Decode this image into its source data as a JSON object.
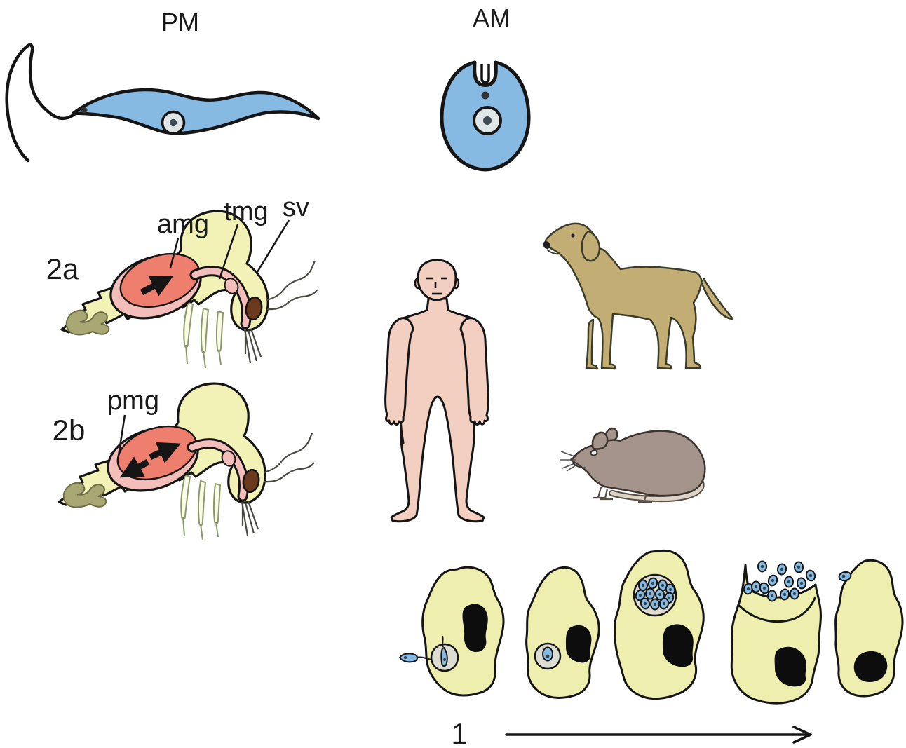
{
  "figure": {
    "stage_labels": {
      "pm": "PM",
      "am": "AM"
    },
    "panel_labels": {
      "fly_a": "2a",
      "fly_b": "2b",
      "cycle_step": "1"
    },
    "anatomy_labels": {
      "amg": "amg",
      "tmg": "tmg",
      "sv": "sv",
      "pmg": "pmg"
    }
  },
  "colors": {
    "parasite_blue": "#87bae2",
    "parasite_dot": "#33454e",
    "nucleus_fill": "#dfe7e6",
    "nucleus_dot": "#3d4d55",
    "fly_yellow": "#f2f2b6",
    "midgut_red": "#ee7e6e",
    "gut_pink": "#f3bdb9",
    "eye_brown": "#6b3a1c",
    "hindgut_olive": "#a9a874",
    "human_skin": "#f2cfc0",
    "dog_tan": "#c2ad74",
    "rat_gray": "#a5948b",
    "rat_tail": "#ddd3c8",
    "cell_yellow": "#eeeeae",
    "vacuole_gray": "#dcdcd2",
    "nucleus_black": "#0d0d0d",
    "outline": "#151515"
  }
}
